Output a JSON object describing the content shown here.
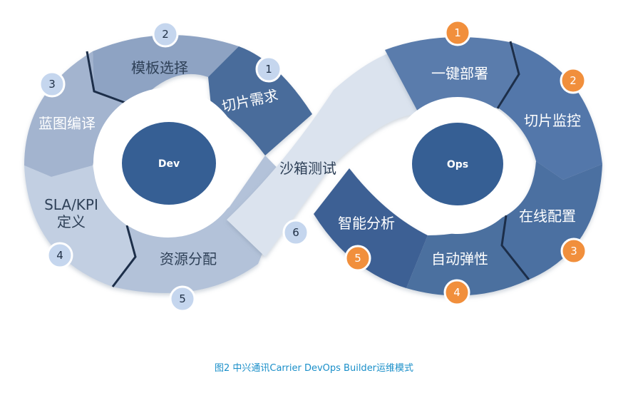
{
  "dev": {
    "hub": "Dev",
    "segments": [
      {
        "label": "切片需求",
        "badge": "1"
      },
      {
        "label": "模板选择",
        "badge": "2"
      },
      {
        "label": "蓝图编译",
        "badge": "3"
      },
      {
        "label_line1": "SLA/KPI",
        "label_line2": "定义",
        "badge": "4"
      },
      {
        "label": "资源分配",
        "badge": "5"
      }
    ]
  },
  "ops": {
    "hub": "Ops",
    "segments": [
      {
        "label": "一键部署",
        "badge": "1"
      },
      {
        "label": "切片监控",
        "badge": "2"
      },
      {
        "label": "在线配置",
        "badge": "3"
      },
      {
        "label": "自动弹性",
        "badge": "4"
      },
      {
        "label": "智能分析",
        "badge": "5"
      }
    ]
  },
  "sandbox": {
    "label": "沙箱测试",
    "badge": "6"
  },
  "caption": "图2 中兴通讯Carrier DevOps Builder运维模式",
  "colors": {
    "dev_dark": "#4a6c9b",
    "dev_mid": "#8ea3c3",
    "dev_light": "#b3c2d9",
    "ops_dark": "#3f6296",
    "ops_mid": "#5579ab",
    "hub": "#365f94",
    "sandbox": "#dbe3ee",
    "badge_dev": "#c5d6ee",
    "badge_ops": "#f18f3c",
    "caption": "#1a8fc9"
  }
}
